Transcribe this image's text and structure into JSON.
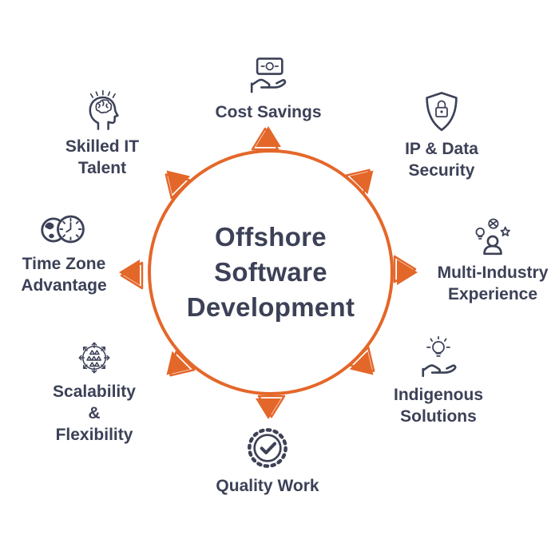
{
  "title": {
    "text": "Offshore\nSoftware\nDevelopment"
  },
  "colors": {
    "accent_orange": "#E4672A",
    "text_navy": "#3C4157",
    "background": "#FFFFFF"
  },
  "items": [
    {
      "id": "cost-savings",
      "label": "Cost Savings",
      "icon": "money-hand-icon"
    },
    {
      "id": "ip-data-security",
      "label": "IP & Data\nSecurity",
      "icon": "shield-lock-icon"
    },
    {
      "id": "multi-industry",
      "label": "Multi-Industry\nExperience",
      "icon": "person-skills-icon"
    },
    {
      "id": "indigenous-solutions",
      "label": "Indigenous\nSolutions",
      "icon": "idea-hand-icon"
    },
    {
      "id": "quality-work",
      "label": "Quality Work",
      "icon": "badge-check-icon"
    },
    {
      "id": "scalability-flexibility",
      "label": "Scalability\n&\nFlexibility",
      "icon": "scale-network-icon"
    },
    {
      "id": "time-zone-advantage",
      "label": "Time Zone\nAdvantage",
      "icon": "globe-clock-icon"
    },
    {
      "id": "skilled-it-talent",
      "label": "Skilled IT\nTalent",
      "icon": "head-brain-icon"
    }
  ]
}
